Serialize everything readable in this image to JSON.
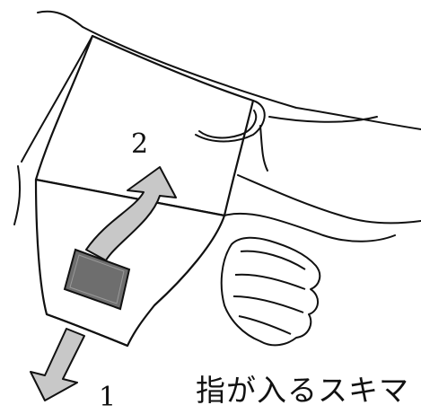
{
  "figure": {
    "step_1_label": "1",
    "step_2_label": "2",
    "caption": "指が入るスキマ"
  },
  "colors": {
    "line": "#111111",
    "arrow_fill": "#c8c8c8",
    "cuff_panel": "#6e6e6e",
    "background": "#ffffff"
  }
}
